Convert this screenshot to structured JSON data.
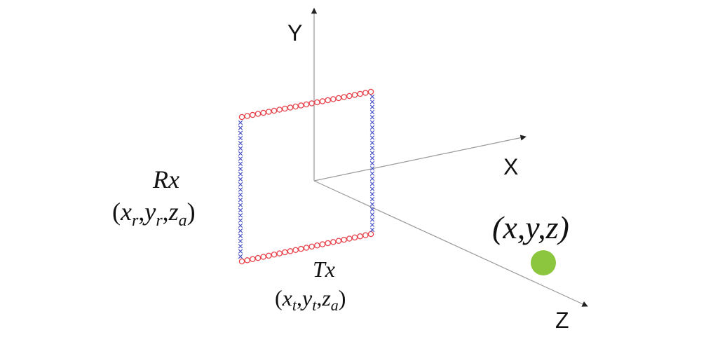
{
  "axes": {
    "x_label": "X",
    "y_label": "Y",
    "z_label": "Z"
  },
  "rx": {
    "name": "Rx",
    "coord": {
      "open": "(",
      "a": "x",
      "a_sub": "r",
      "b": "y",
      "b_sub": "r",
      "c": "z",
      "c_sub": "a",
      "close": ")"
    }
  },
  "tx": {
    "name": "Tx",
    "coord": {
      "open": "(",
      "a": "x",
      "a_sub": "t",
      "b": "y",
      "b_sub": "t",
      "c": "z",
      "c_sub": "a",
      "close": ")"
    }
  },
  "target": {
    "label": "(x,y,z)"
  },
  "colors": {
    "axis_line": "#9a9a9a",
    "tx_marker": "#e8414a",
    "rx_marker": "#4a54c8",
    "target_dot": "#8cc63f"
  }
}
